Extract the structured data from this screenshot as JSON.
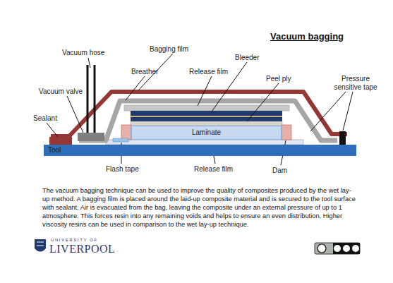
{
  "diagram": {
    "title": "Vacuum bagging",
    "caption": "The vacuum bagging technique can be used to improve the quality of composites produced by the wet lay-up method. A bagging film is placed around the laid-up composite material and is secured to the tool surface with sealant. Air is evacuated from the bag, leaving the composite under an external pressure of up to 1 atmosphere. This forces resin into any remaining voids and helps to ensure an even distribution. Higher viscosity resins can be used in comparison to the wet lay-up technique.",
    "nodes": [
      {
        "text": [
          "Tool"
        ]
      },
      {
        "text": [
          "Laminate"
        ]
      }
    ],
    "labels": [
      "Vacuum hose",
      "Bagging film",
      "Bleeder",
      "Breather",
      "Release film",
      "Peel ply",
      "Pressure sensitive tape",
      "Vacuum valve",
      "Sealant",
      "Flash tape",
      "Release film",
      "Dam",
      "UNIVERSITY OF",
      "LIVERPOOL"
    ]
  }
}
